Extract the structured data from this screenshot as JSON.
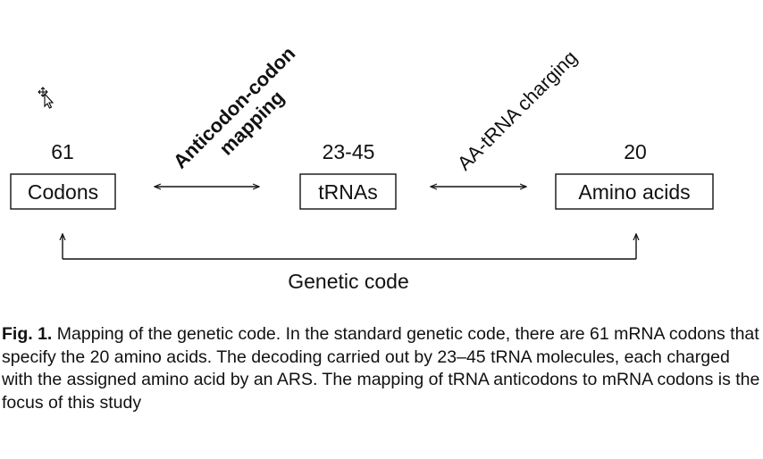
{
  "diagram": {
    "nodes": [
      {
        "id": "codons",
        "label": "Codons",
        "count": "61"
      },
      {
        "id": "trnas",
        "label": "tRNAs",
        "count": "23-45"
      },
      {
        "id": "amino",
        "label": "Amino acids",
        "count": "20"
      }
    ],
    "mappings": [
      {
        "label_line1": "Anticodon-codon",
        "label_line2": "mapping"
      },
      {
        "label": "AA-tRNA charging"
      }
    ],
    "bottom_label": "Genetic code"
  },
  "caption": {
    "label": "Fig. 1.",
    "text": " Mapping of the genetic code. In the standard genetic code, there are 61 mRNA codons that specify the 20 amino acids. The decoding carried out by 23–45 tRNA molecules, each charged with the assigned amino acid by an ARS. The mapping of tRNA anticodons to mRNA codons is the focus of this study"
  },
  "icons": {
    "cursor": "mouse-pointer-move-icon"
  }
}
